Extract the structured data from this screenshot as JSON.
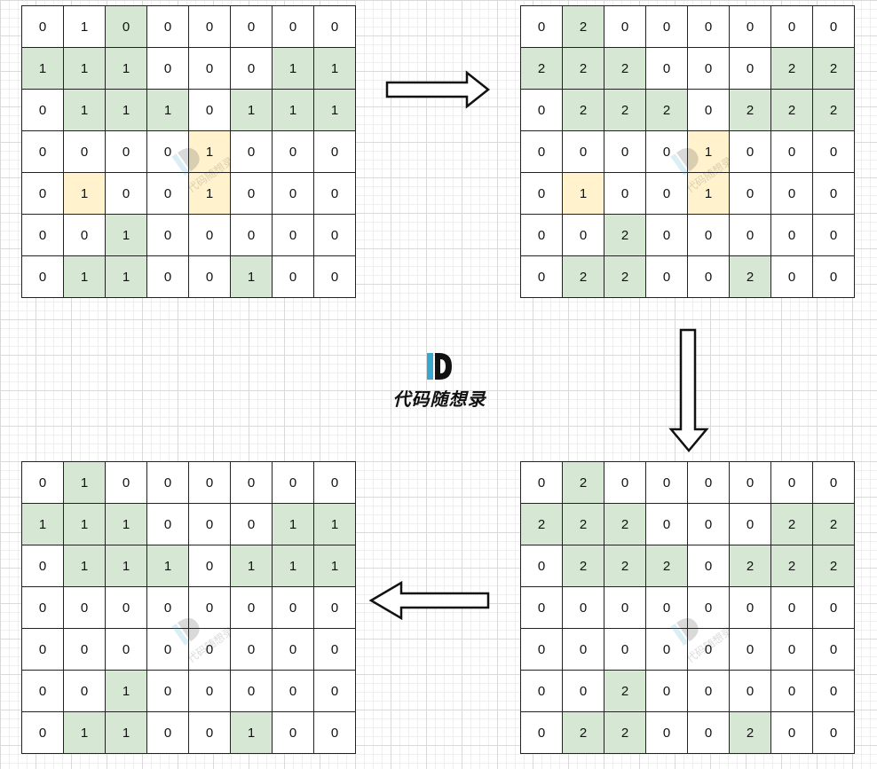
{
  "logo": {
    "text": "代码随想录",
    "accent": "#3aa6c9",
    "color": "#111111"
  },
  "colors": {
    "green": "#d6e8d4",
    "yellow": "#fff2cc"
  },
  "grids": [
    {
      "id": "grid-1",
      "values": [
        [
          "0",
          "1",
          "0",
          "0",
          "0",
          "0",
          "0",
          "0"
        ],
        [
          "1",
          "1",
          "1",
          "0",
          "0",
          "0",
          "1",
          "1"
        ],
        [
          "0",
          "1",
          "1",
          "1",
          "0",
          "1",
          "1",
          "1"
        ],
        [
          "0",
          "0",
          "0",
          "0",
          "1",
          "0",
          "0",
          "0"
        ],
        [
          "0",
          "1",
          "0",
          "0",
          "1",
          "0",
          "0",
          "0"
        ],
        [
          "0",
          "0",
          "1",
          "0",
          "0",
          "0",
          "0",
          "0"
        ],
        [
          "0",
          "1",
          "1",
          "0",
          "0",
          "1",
          "0",
          "0"
        ]
      ],
      "fills": [
        "..g.....",
        "ggg...gg",
        ".ggg.ggg",
        "....y...",
        ".y..y...",
        "..g.....",
        ".gg..g.."
      ]
    },
    {
      "id": "grid-2",
      "values": [
        [
          "0",
          "2",
          "0",
          "0",
          "0",
          "0",
          "0",
          "0"
        ],
        [
          "2",
          "2",
          "2",
          "0",
          "0",
          "0",
          "2",
          "2"
        ],
        [
          "0",
          "2",
          "2",
          "2",
          "0",
          "2",
          "2",
          "2"
        ],
        [
          "0",
          "0",
          "0",
          "0",
          "1",
          "0",
          "0",
          "0"
        ],
        [
          "0",
          "1",
          "0",
          "0",
          "1",
          "0",
          "0",
          "0"
        ],
        [
          "0",
          "0",
          "2",
          "0",
          "0",
          "0",
          "0",
          "0"
        ],
        [
          "0",
          "2",
          "2",
          "0",
          "0",
          "2",
          "0",
          "0"
        ]
      ],
      "fills": [
        ".g......",
        "ggg...gg",
        ".ggg.ggg",
        "....y...",
        ".y..y...",
        "..g.....",
        ".gg..g.."
      ]
    },
    {
      "id": "grid-3",
      "values": [
        [
          "0",
          "2",
          "0",
          "0",
          "0",
          "0",
          "0",
          "0"
        ],
        [
          "2",
          "2",
          "2",
          "0",
          "0",
          "0",
          "2",
          "2"
        ],
        [
          "0",
          "2",
          "2",
          "2",
          "0",
          "2",
          "2",
          "2"
        ],
        [
          "0",
          "0",
          "0",
          "0",
          "0",
          "0",
          "0",
          "0"
        ],
        [
          "0",
          "0",
          "0",
          "0",
          "0",
          "0",
          "0",
          "0"
        ],
        [
          "0",
          "0",
          "2",
          "0",
          "0",
          "0",
          "0",
          "0"
        ],
        [
          "0",
          "2",
          "2",
          "0",
          "0",
          "2",
          "0",
          "0"
        ]
      ],
      "fills": [
        ".g......",
        "ggg...gg",
        ".ggg.ggg",
        "........",
        "........",
        "..g.....",
        ".gg..g.."
      ]
    },
    {
      "id": "grid-4",
      "values": [
        [
          "0",
          "1",
          "0",
          "0",
          "0",
          "0",
          "0",
          "0"
        ],
        [
          "1",
          "1",
          "1",
          "0",
          "0",
          "0",
          "1",
          "1"
        ],
        [
          "0",
          "1",
          "1",
          "1",
          "0",
          "1",
          "1",
          "1"
        ],
        [
          "0",
          "0",
          "0",
          "0",
          "0",
          "0",
          "0",
          "0"
        ],
        [
          "0",
          "0",
          "0",
          "0",
          "0",
          "0",
          "0",
          "0"
        ],
        [
          "0",
          "0",
          "1",
          "0",
          "0",
          "0",
          "0",
          "0"
        ],
        [
          "0",
          "1",
          "1",
          "0",
          "0",
          "1",
          "0",
          "0"
        ]
      ],
      "fills": [
        ".g......",
        "ggg...gg",
        ".ggg.ggg",
        "........",
        "........",
        "..g.....",
        ".gg..g.."
      ]
    }
  ]
}
